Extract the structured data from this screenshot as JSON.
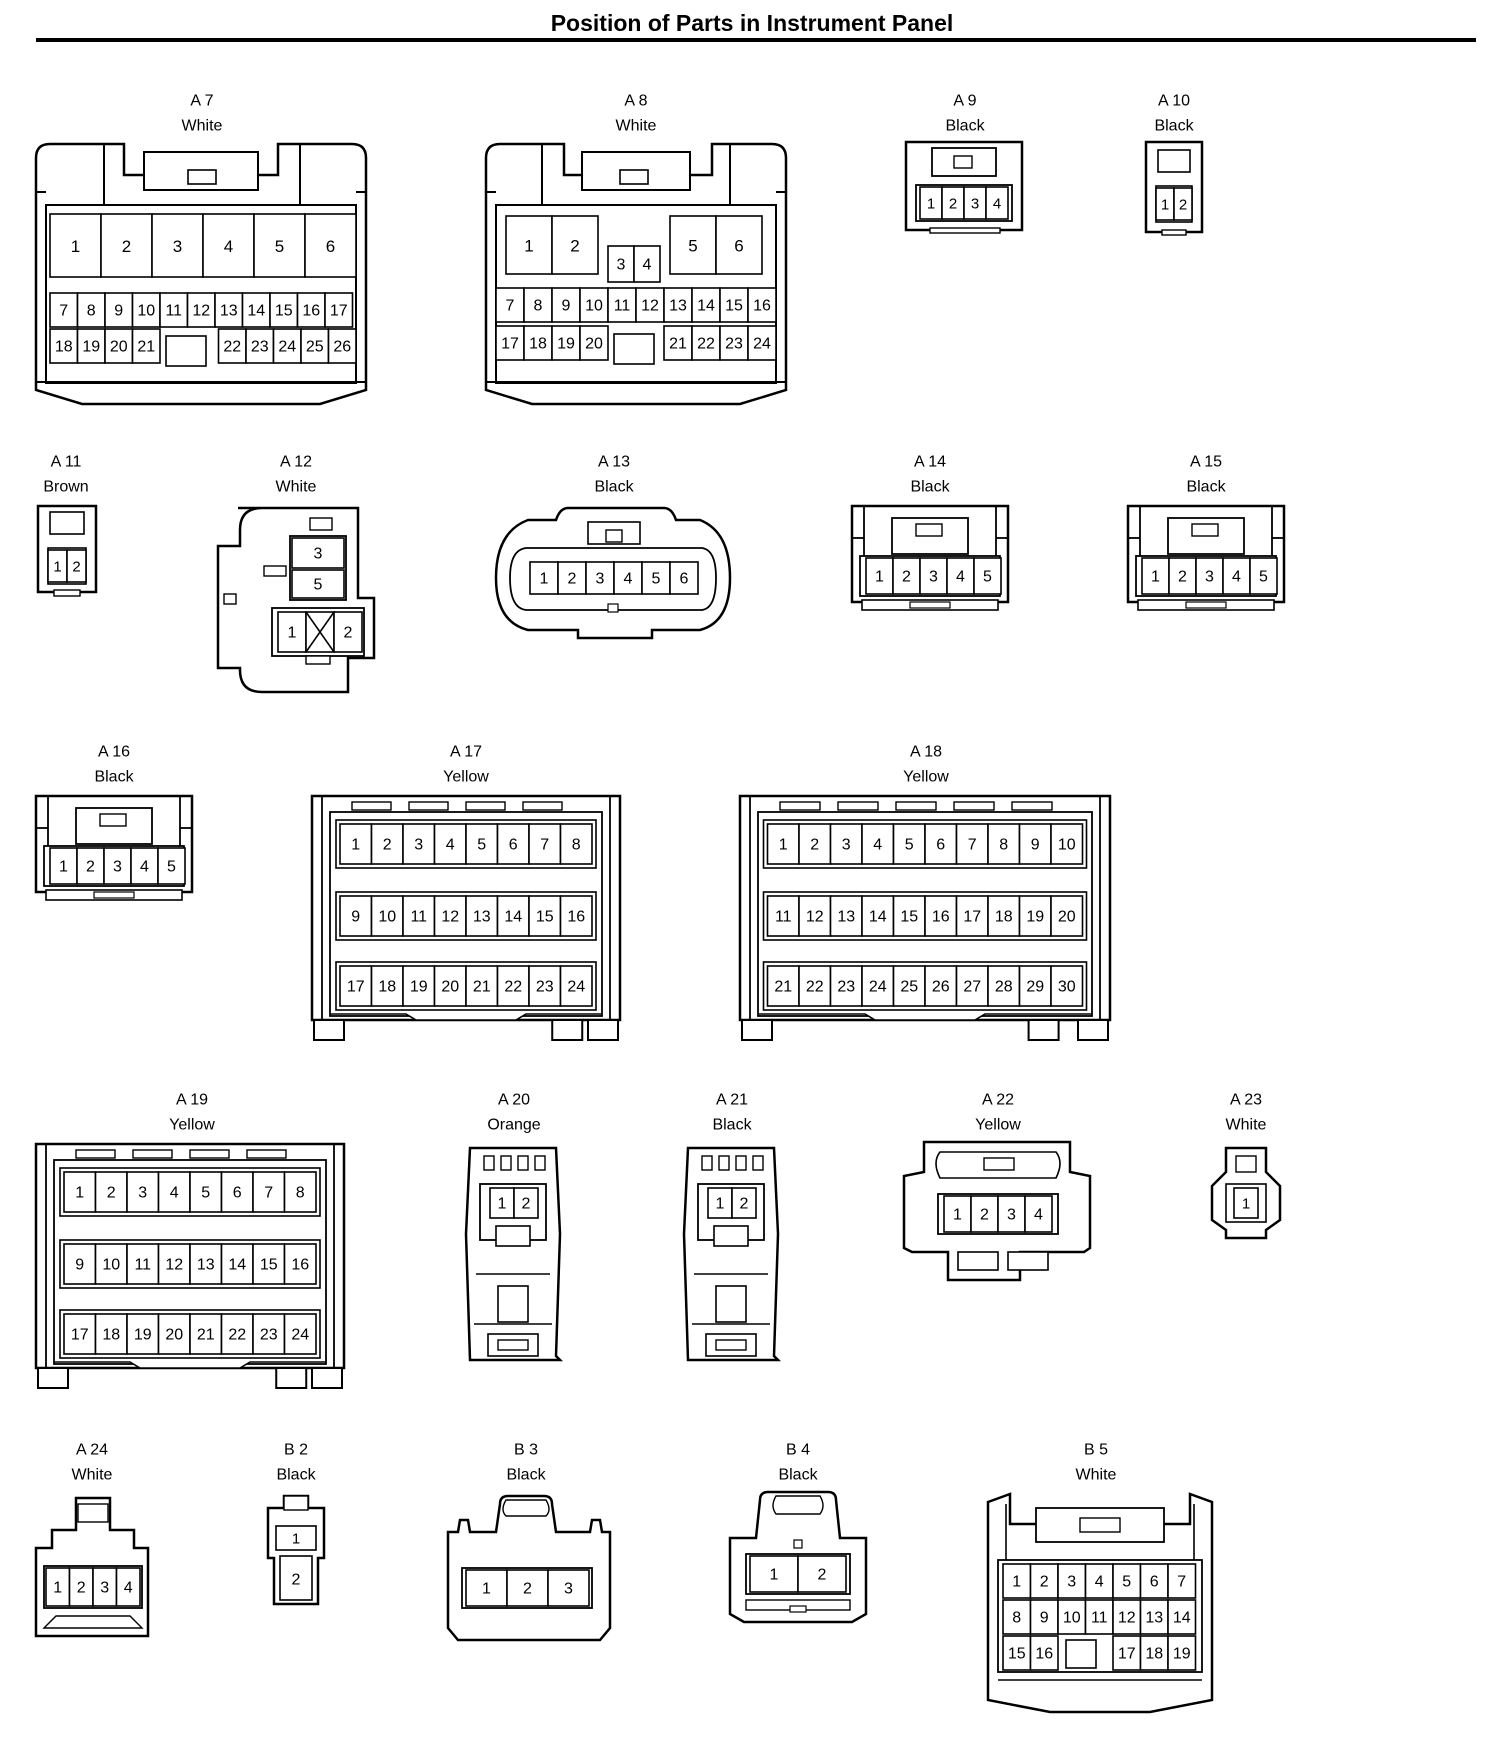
{
  "title": "Position of Parts in Instrument Panel",
  "connectors": [
    {
      "id": "A 7",
      "color": "White",
      "rows": [
        [
          "1",
          "2",
          "3",
          "4",
          "5",
          "6"
        ],
        [
          "7",
          "8",
          "9",
          "10",
          "11",
          "12",
          "13",
          "14",
          "15",
          "16",
          "17"
        ],
        [
          "18",
          "19",
          "20",
          "21",
          "22",
          "23",
          "24",
          "25",
          "26"
        ]
      ]
    },
    {
      "id": "A 8",
      "color": "White",
      "rows": [
        [
          "1",
          "2",
          "3",
          "4",
          "5",
          "6"
        ],
        [
          "7",
          "8",
          "9",
          "10",
          "11",
          "12",
          "13",
          "14",
          "15",
          "16"
        ],
        [
          "17",
          "18",
          "19",
          "20",
          "21",
          "22",
          "23",
          "24"
        ]
      ]
    },
    {
      "id": "A 9",
      "color": "Black",
      "rows": [
        [
          "1",
          "2",
          "3",
          "4"
        ]
      ]
    },
    {
      "id": "A 10",
      "color": "Black",
      "rows": [
        [
          "1",
          "2"
        ]
      ]
    },
    {
      "id": "A 11",
      "color": "Brown",
      "rows": [
        [
          "1",
          "2"
        ]
      ]
    },
    {
      "id": "A 12",
      "color": "White",
      "rows": [
        [
          "3"
        ],
        [
          "5"
        ],
        [
          "1",
          "2"
        ]
      ]
    },
    {
      "id": "A 13",
      "color": "Black",
      "rows": [
        [
          "1",
          "2",
          "3",
          "4",
          "5",
          "6"
        ]
      ]
    },
    {
      "id": "A 14",
      "color": "Black",
      "rows": [
        [
          "1",
          "2",
          "3",
          "4",
          "5"
        ]
      ]
    },
    {
      "id": "A 15",
      "color": "Black",
      "rows": [
        [
          "1",
          "2",
          "3",
          "4",
          "5"
        ]
      ]
    },
    {
      "id": "A 16",
      "color": "Black",
      "rows": [
        [
          "1",
          "2",
          "3",
          "4",
          "5"
        ]
      ]
    },
    {
      "id": "A 17",
      "color": "Yellow",
      "rows": [
        [
          "1",
          "2",
          "3",
          "4",
          "5",
          "6",
          "7",
          "8"
        ],
        [
          "9",
          "10",
          "11",
          "12",
          "13",
          "14",
          "15",
          "16"
        ],
        [
          "17",
          "18",
          "19",
          "20",
          "21",
          "22",
          "23",
          "24"
        ]
      ]
    },
    {
      "id": "A 18",
      "color": "Yellow",
      "rows": [
        [
          "1",
          "2",
          "3",
          "4",
          "5",
          "6",
          "7",
          "8",
          "9",
          "10"
        ],
        [
          "11",
          "12",
          "13",
          "14",
          "15",
          "16",
          "17",
          "18",
          "19",
          "20"
        ],
        [
          "21",
          "22",
          "23",
          "24",
          "25",
          "26",
          "27",
          "28",
          "29",
          "30"
        ]
      ]
    },
    {
      "id": "A 19",
      "color": "Yellow",
      "rows": [
        [
          "1",
          "2",
          "3",
          "4",
          "5",
          "6",
          "7",
          "8"
        ],
        [
          "9",
          "10",
          "11",
          "12",
          "13",
          "14",
          "15",
          "16"
        ],
        [
          "17",
          "18",
          "19",
          "20",
          "21",
          "22",
          "23",
          "24"
        ]
      ]
    },
    {
      "id": "A 20",
      "color": "Orange",
      "rows": [
        [
          "1",
          "2"
        ]
      ]
    },
    {
      "id": "A 21",
      "color": "Black",
      "rows": [
        [
          "1",
          "2"
        ]
      ]
    },
    {
      "id": "A 22",
      "color": "Yellow",
      "rows": [
        [
          "1",
          "2",
          "3",
          "4"
        ]
      ]
    },
    {
      "id": "A 23",
      "color": "White",
      "rows": [
        [
          "1"
        ]
      ]
    },
    {
      "id": "A 24",
      "color": "White",
      "rows": [
        [
          "1",
          "2",
          "3",
          "4"
        ]
      ]
    },
    {
      "id": "B 2",
      "color": "Black",
      "rows": [
        [
          "1"
        ],
        [
          "2"
        ]
      ]
    },
    {
      "id": "B 3",
      "color": "Black",
      "rows": [
        [
          "1",
          "2",
          "3"
        ]
      ]
    },
    {
      "id": "B 4",
      "color": "Black",
      "rows": [
        [
          "1",
          "2"
        ]
      ]
    },
    {
      "id": "B 5",
      "color": "White",
      "rows": [
        [
          "1",
          "2",
          "3",
          "4",
          "5",
          "6",
          "7"
        ],
        [
          "8",
          "9",
          "10",
          "11",
          "12",
          "13",
          "14"
        ],
        [
          "15",
          "16",
          "17",
          "18",
          "19"
        ]
      ]
    }
  ]
}
